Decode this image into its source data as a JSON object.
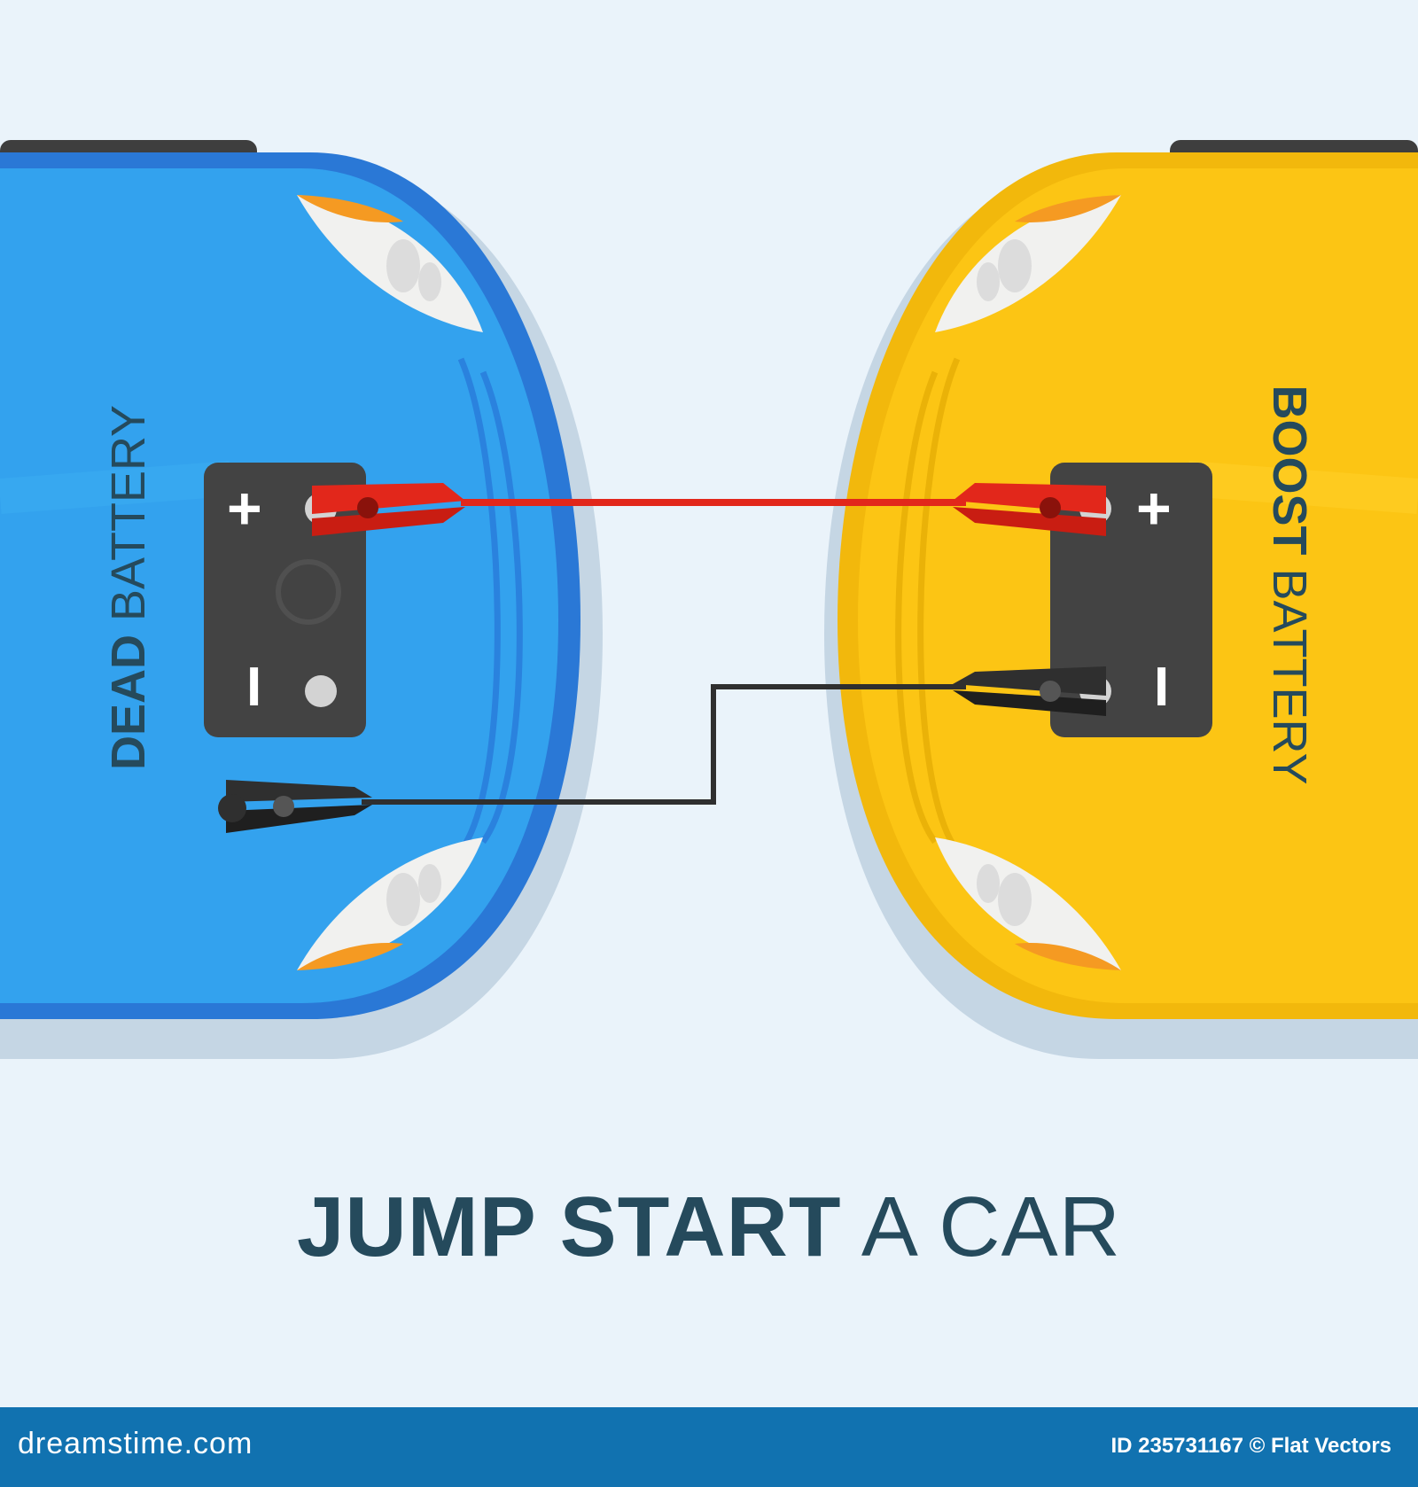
{
  "colors": {
    "background": "#eaf3fa",
    "dead_car": "#33a2ee",
    "dead_car_outline": "#2a78d6",
    "boost_car": "#fcc514",
    "boost_car_outline": "#f2b80c",
    "battery": "#434343",
    "positive_cable": "#e2271b",
    "negative_cable": "#2f2f2f",
    "title": "#254a5c",
    "footer": "#1172b0"
  },
  "dead_car": {
    "label_bold": "DEAD",
    "label_regular": " BATTERY",
    "battery": {
      "positive": "+",
      "negative": "I"
    }
  },
  "boost_car": {
    "label_bold": "BOOST",
    "label_regular": " BATTERY",
    "battery": {
      "positive": "+",
      "negative": "I"
    }
  },
  "title": {
    "bold": "JUMP START",
    "regular": " A CAR"
  },
  "footer": {
    "brand": "dreamstime.com",
    "id_text": "ID 235731167 © Flat Vectors"
  }
}
